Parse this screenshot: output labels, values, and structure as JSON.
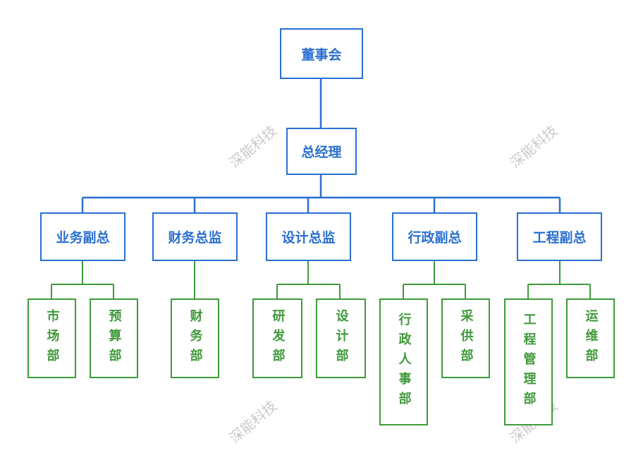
{
  "board": "董事会",
  "general_manager": "总经理",
  "branches": [
    {
      "label": "业务副总",
      "departments": [
        "市场部",
        "预算部"
      ]
    },
    {
      "label": "财务总监",
      "departments": [
        "财务部"
      ]
    },
    {
      "label": "设计总监",
      "departments": [
        "研发部",
        "设计部"
      ]
    },
    {
      "label": "行政副总",
      "departments": [
        "行政人事部",
        "采供部"
      ]
    },
    {
      "label": "工程副总",
      "departments": [
        "工程管理部",
        "运维部"
      ]
    }
  ],
  "watermark": "深能科技",
  "colors": {
    "executive": "#2a6fd0",
    "department": "#3f9a3a",
    "watermark": "#c9c9c9"
  }
}
